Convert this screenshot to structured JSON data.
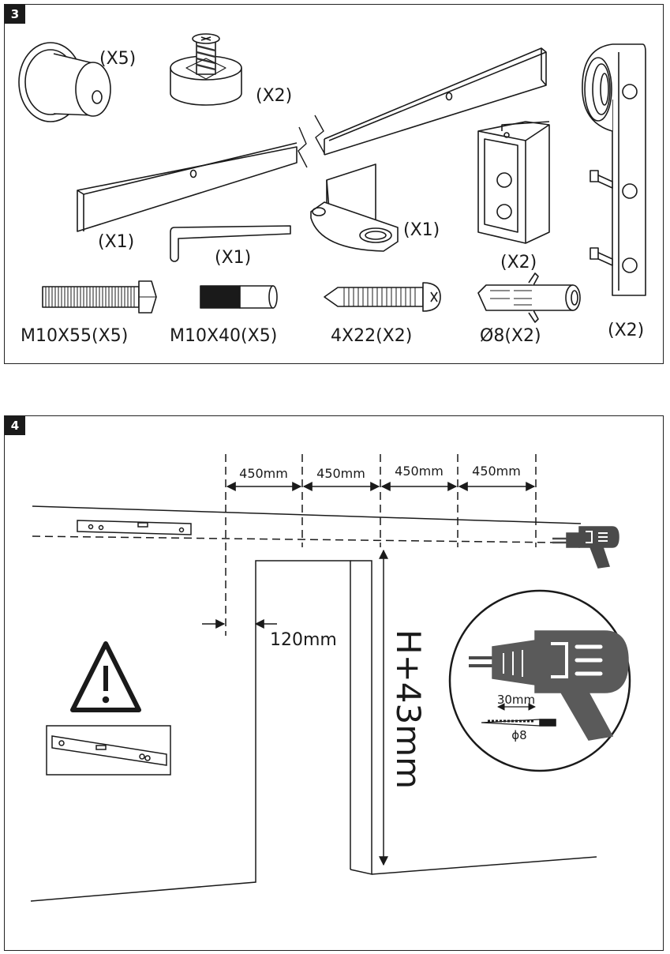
{
  "panel3": {
    "step_number": "3",
    "quantities": {
      "stopper": "(X5)",
      "anti_jump": "(X2)",
      "track": "(X1)",
      "allen_key": "(X1)",
      "floor_guide": "(X1)",
      "spacer_clamp": "(X2)",
      "hanger": "(X2)"
    },
    "part_labels": {
      "bolt_long": "M10X55(X5)",
      "bolt_short": "M10X40(X5)",
      "screw": "4X22(X2)",
      "anchor": "Ø8(X2)"
    }
  },
  "panel4": {
    "step_number": "4",
    "spacing_labels": [
      "450mm",
      "450mm",
      "450mm",
      "450mm"
    ],
    "offset_label": "120mm",
    "height_label": "H+43mm",
    "drill_depth_label": "30mm",
    "drill_bit_label": "ϕ8"
  }
}
